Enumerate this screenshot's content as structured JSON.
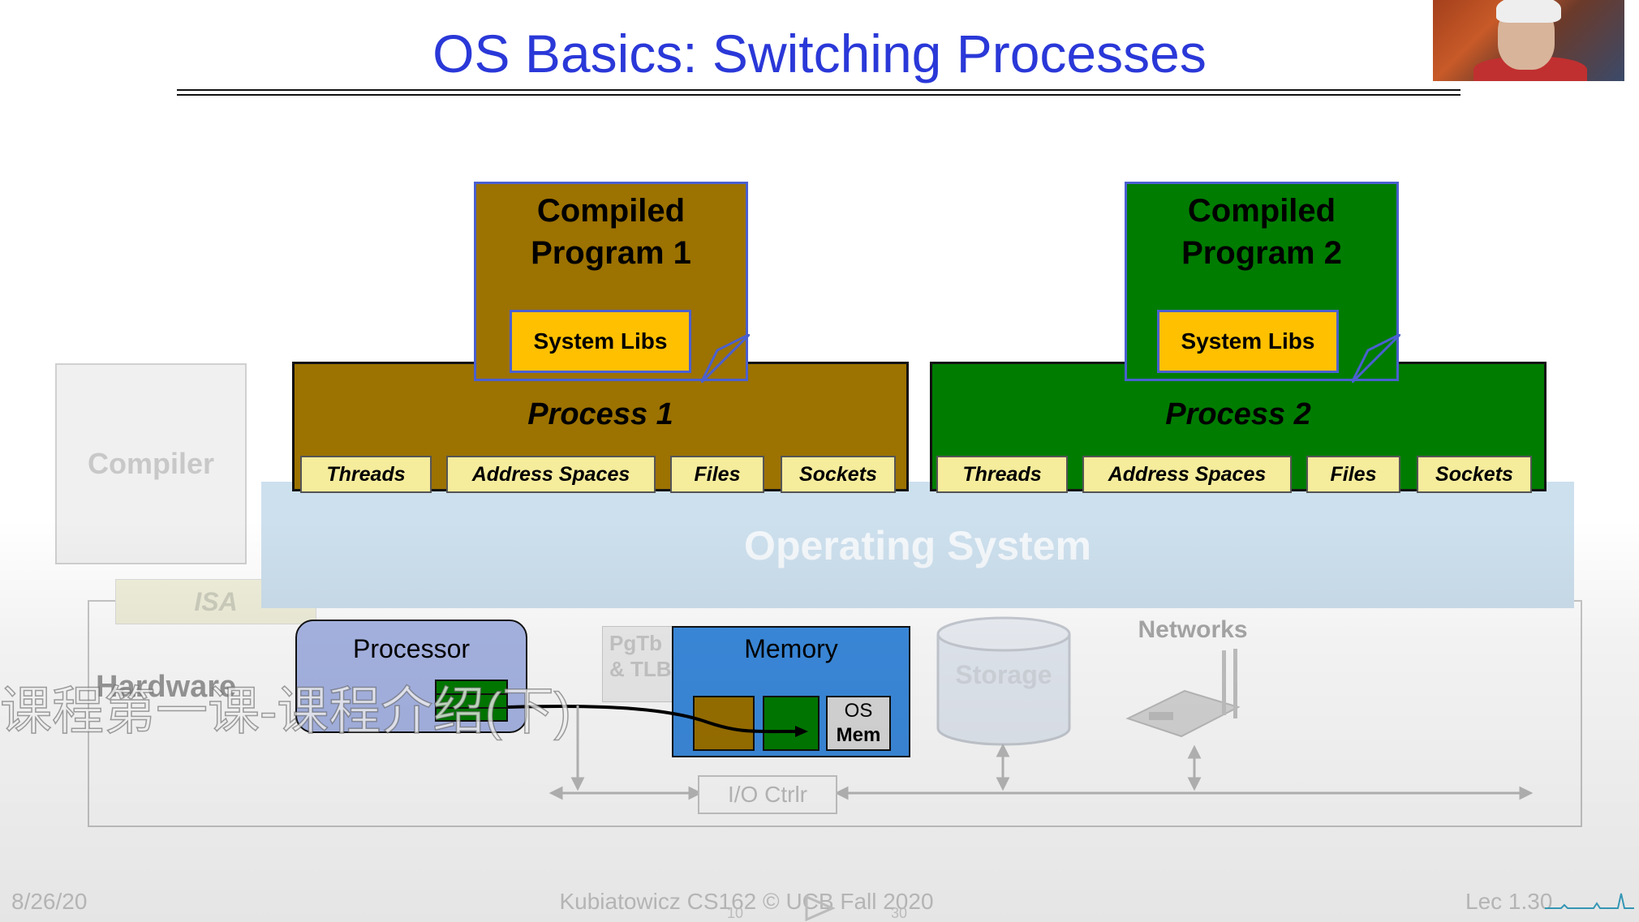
{
  "slide": {
    "title": "OS Basics: Switching Processes",
    "compiler": "Compiler",
    "isa": "ISA",
    "hardware": "Hardware",
    "operating_system": "Operating System"
  },
  "programs": [
    {
      "label_line1": "Compiled",
      "label_line2": "Program 1",
      "libs": "System Libs"
    },
    {
      "label_line1": "Compiled",
      "label_line2": "Program 2",
      "libs": "System Libs"
    }
  ],
  "processes": [
    {
      "label": "Process 1",
      "resources": [
        "Threads",
        "Address Spaces",
        "Files",
        "Sockets"
      ]
    },
    {
      "label": "Process 2",
      "resources": [
        "Threads",
        "Address Spaces",
        "Files",
        "Sockets"
      ]
    }
  ],
  "hardware": {
    "processor": "Processor",
    "pgtbl_line1": "PgTb",
    "pgtbl_line2": "& TLB",
    "memory": "Memory",
    "os_mem_line1": "OS",
    "os_mem_line2": "Mem",
    "storage": "Storage",
    "networks": "Networks",
    "io_ctrl": "I/O Ctrlr"
  },
  "footer": {
    "date": "8/26/20",
    "course": "Kubiatowicz CS162 © UCB Fall 2020",
    "lecture": "Lec 1.30"
  },
  "overlay": {
    "subtitle": "课程第一课-课程介绍(下)",
    "player_back": "10",
    "player_forward": "30"
  },
  "colors": {
    "title": "#2a38d8",
    "process1": "#9c7200",
    "process2": "#007c00",
    "syslibs": "#ffc000",
    "os": "#cde0ee",
    "memory": "#3c8ce0",
    "processor": "#aab8e8"
  }
}
